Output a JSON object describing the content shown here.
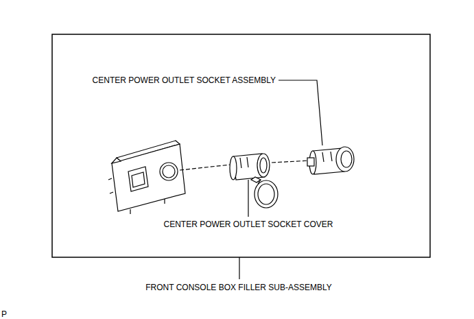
{
  "diagram": {
    "labels": [
      "CENTER POWER OUTLET SOCKET ASSEMBLY",
      "CENTER POWER OUTLET SOCKET COVER",
      "FRONT CONSOLE BOX FILLER SUB-ASSEMBLY",
      "P"
    ]
  }
}
